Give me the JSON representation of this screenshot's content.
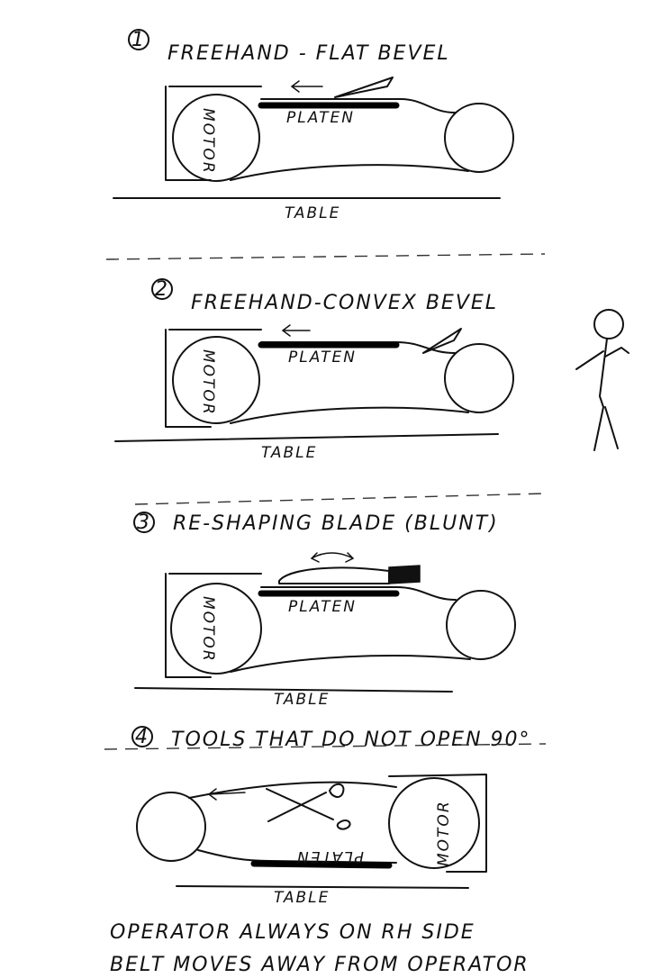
{
  "sections": [
    {
      "number": "1",
      "title": "FREEHAND - FLAT BEVEL",
      "motor_label": "MOTOR",
      "platen_label": "PLATEN",
      "table_label": "TABLE"
    },
    {
      "number": "2",
      "title": "FREEHAND-CONVEX BEVEL",
      "motor_label": "MOTOR",
      "platen_label": "PLATEN",
      "table_label": "TABLE"
    },
    {
      "number": "3",
      "title": "RE-SHAPING BLADE (BLUNT)",
      "motor_label": "MOTOR",
      "platen_label": "PLATEN",
      "table_label": "TABLE"
    },
    {
      "number": "4",
      "title": "TOOLS THAT DO NOT OPEN 90°",
      "motor_label": "MOTOR",
      "platen_label": "PLATEN",
      "table_label": "TABLE"
    }
  ],
  "notes": {
    "line1": "OPERATOR ALWAYS ON RH SIDE",
    "line2": "BELT MOVES AWAY FROM OPERATOR"
  }
}
